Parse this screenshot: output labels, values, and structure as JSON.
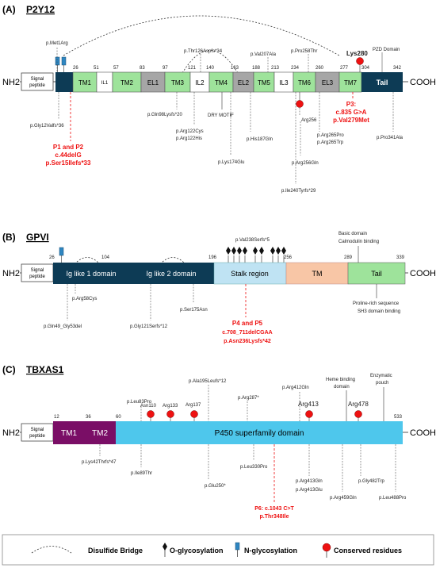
{
  "panels": {
    "a": {
      "letter": "(A)",
      "gene": "P2Y12",
      "nh2": "NH2",
      "cooh": "COOH",
      "signal_line1": "Signal",
      "signal_line2": "peptide",
      "domains": [
        "TM1",
        "IL1",
        "TM2",
        "EL1",
        "TM3",
        "IL2",
        "TM4",
        "EL2",
        "TM5",
        "IL3",
        "TM6",
        "EL3",
        "TM7",
        "Tail"
      ],
      "positions": [
        "26",
        "51",
        "57",
        "83",
        "97",
        "121",
        "140",
        "163",
        "188",
        "213",
        "234",
        "260",
        "277",
        "304",
        "342"
      ],
      "variants": [
        "p.Met1Arg",
        "p.Thr126Aspfs*34",
        "p.Val207Ala",
        "p.Pro258Thr",
        "Lys280",
        "PZD Domain",
        "p.Gly12Valfs*36",
        "p.Gln98Lysfs*20",
        "DRY MOTIF",
        "p.Arg122Cys",
        "p.Arg122His",
        "p.His187Gln",
        "p.Lys174Glu",
        "Arg256",
        "p.Arg256Gln",
        "p.Ile240Tyrfs*29",
        "p.Arg265Pro",
        "p.Arg265Trp",
        "p.Pro341Ala"
      ],
      "patient_group_1": [
        "P1 and P2",
        "c.44delG",
        "p.Ser15Ilefs*33"
      ],
      "patient_group_2": [
        "P3:",
        "c.835 G>A",
        "p.Val279Met"
      ]
    },
    "b": {
      "letter": "(B)",
      "gene": "GPVI",
      "nh2": "NH2",
      "cooh": "COOH",
      "signal_line1": "Signal",
      "signal_line2": "peptide",
      "domains": [
        "Ig like 1 domain",
        "Ig like 2 domain",
        "Stalk region",
        "TM",
        "Tail"
      ],
      "positions": [
        "26",
        "104",
        "196",
        "256",
        "289",
        "339"
      ],
      "variants": [
        "p.Val238Serfs*5",
        "Basic domain",
        "Calmodulin binding",
        "p.Arg58Cys",
        "p.Gln49_Gly53del",
        "p.Gly121Serfs*12",
        "p.Ser175Asn",
        "Proline-rich sequence",
        "SH3 domain binding"
      ],
      "patient_group": [
        "P4 and P5",
        "c.708_711delCGAA",
        "p.Asn236Lysfs*42"
      ]
    },
    "c": {
      "letter": "(C)",
      "gene": "TBXAS1",
      "nh2": "NH2",
      "cooh": "COOH",
      "signal_line1": "Signal",
      "signal_line2": "peptide",
      "domains": [
        "TM1",
        "TM2",
        "P450 superfamily domain"
      ],
      "positions": [
        "12",
        "36",
        "60",
        "533"
      ],
      "variants": [
        "p.Ala195Leufs*12",
        "p.Leu83Pro",
        "Asn110",
        "Arg133",
        "Arg137",
        "p.Arg287*",
        "p.Arg412Gln",
        "Arg413",
        "Heme binding",
        "domain",
        "Arg478",
        "Enzymatic",
        "pouch",
        "p.Lys42Thrfs*47",
        "p.Ile89Thr",
        "p.Glu250*",
        "p.Leu330Pro",
        "p.Arg413Gln",
        "p.Arg413Glu",
        "p.Arg459Gln",
        "p.Gly482Trp",
        "p.Leu488Pro"
      ],
      "patient_group": [
        "P6: c.1043 C>T",
        "p.Thr348Ile"
      ]
    }
  },
  "legend": {
    "disulfide": "Disulfide Bridge",
    "o_glyco": "O-glycosylation",
    "n_glyco": "N-glycosylation",
    "conserved": "Conserved residues"
  },
  "colors": {
    "tm_green": "#9ee39b",
    "el_gray": "#a6a6a6",
    "il_white": "#ffffff",
    "dark_navy": "#0d3b55",
    "stalk_blue": "#bfe3f3",
    "tm_peach": "#f8c6a6",
    "tbx_purple": "#7a0e66",
    "p450_blue": "#4ec7ec",
    "red": "#ee1111",
    "n_glyco_blue": "#2e86c1"
  }
}
